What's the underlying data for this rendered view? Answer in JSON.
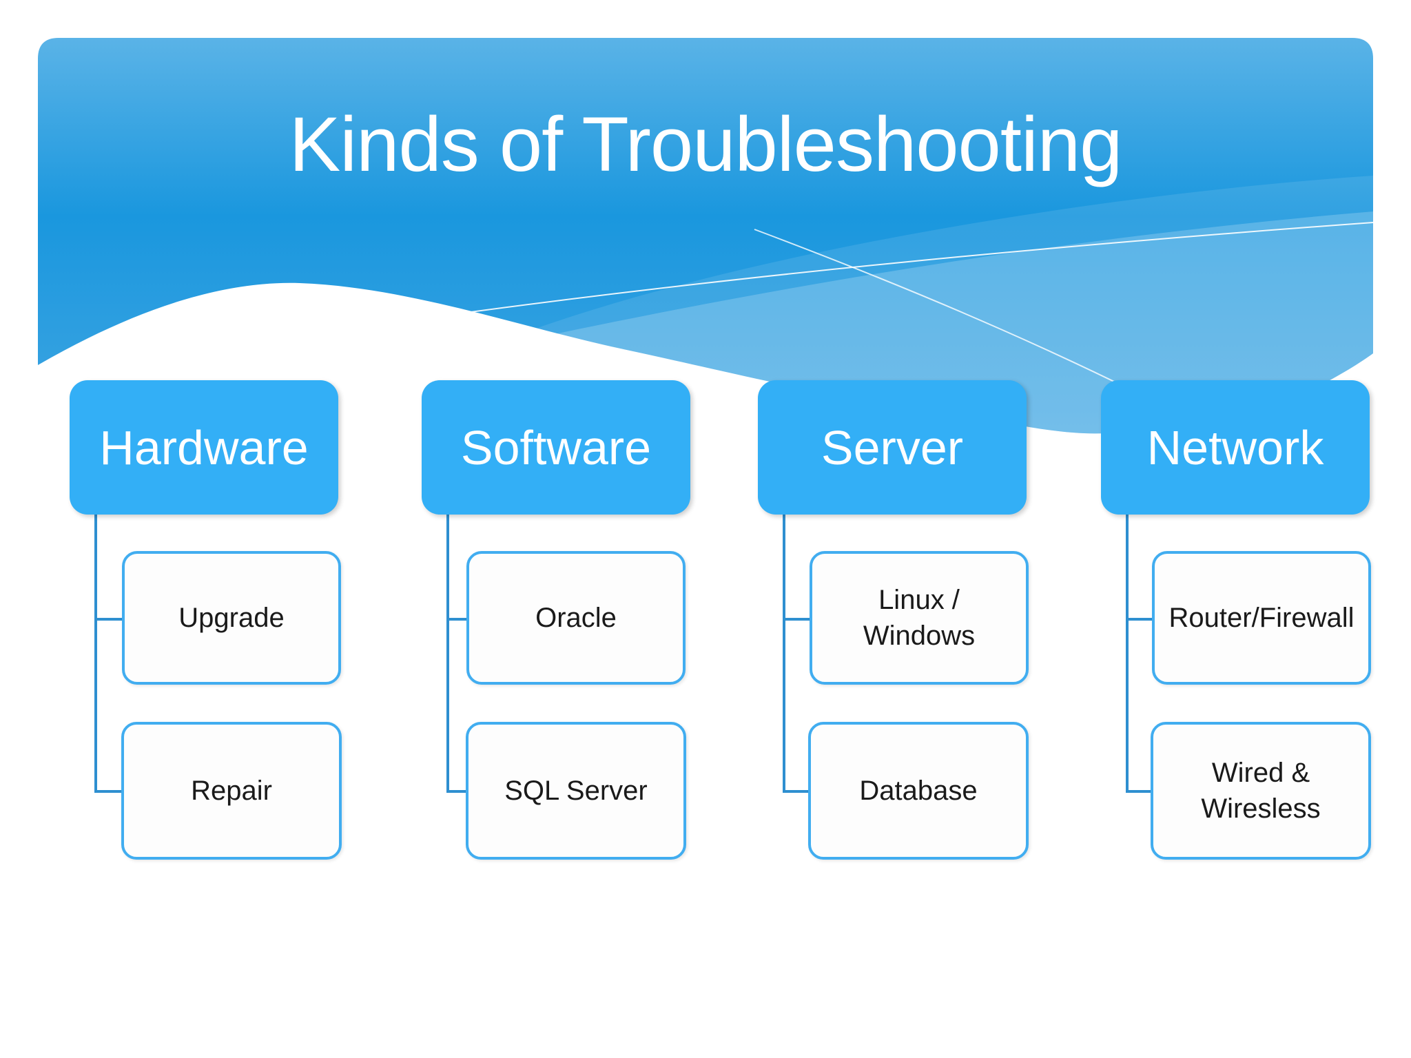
{
  "slide": {
    "title": "Kinds of Troubleshooting",
    "columns": [
      {
        "parent": "Hardware",
        "children": [
          "Upgrade",
          "Repair"
        ]
      },
      {
        "parent": "Software",
        "children": [
          "Oracle",
          "SQL Server"
        ]
      },
      {
        "parent": "Server",
        "children": [
          "Linux /\nWindows",
          "Database"
        ]
      },
      {
        "parent": "Network",
        "children": [
          "Router/Firewall",
          "Wired &\nWiresless"
        ]
      }
    ],
    "colors": {
      "header_top": "#5AB3E7",
      "header_mid": "#1A97DE",
      "header_bottom": "#3EA5E2",
      "title_text": "#FFFFFF",
      "parent_fill": "#33AFF6",
      "parent_text": "#FFFFFF",
      "child_fill": "#FDFDFD",
      "child_border": "#41ADF0",
      "child_text": "#1A1A1A",
      "connector": "#2E8FD0"
    }
  }
}
